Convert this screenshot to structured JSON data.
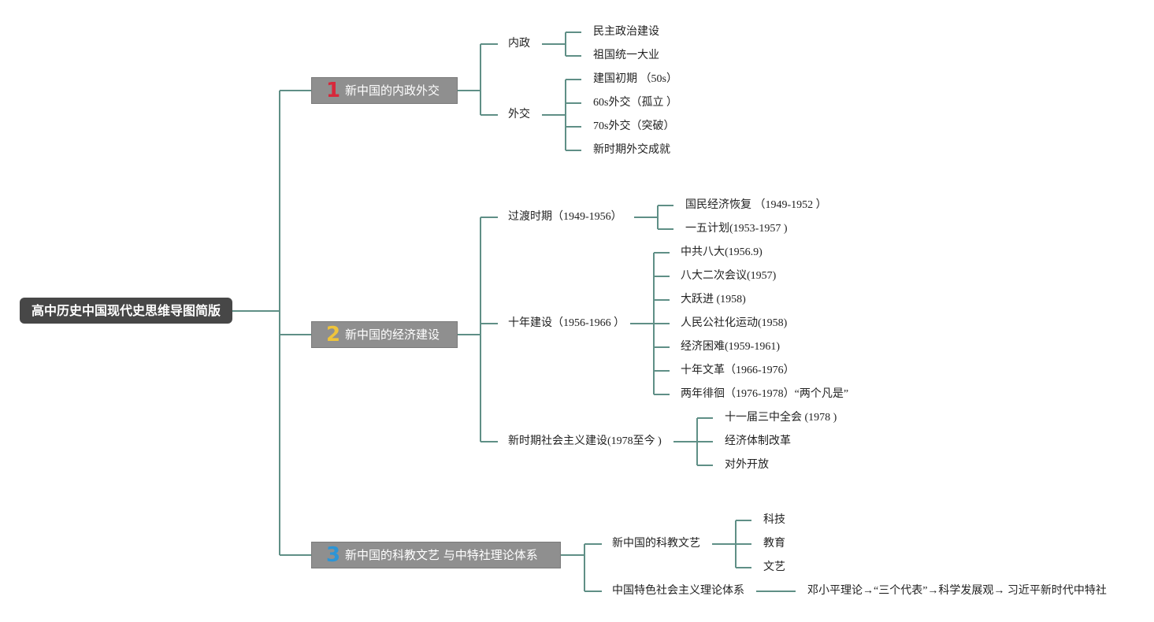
{
  "colors": {
    "line": "#5f8f86",
    "root_bg": "#474747",
    "branch_bg": "#8f8f8f",
    "num1": "#d8283b",
    "num2": "#efc43a",
    "num3": "#2c95d6"
  },
  "root": {
    "title": "高中历史中国现代史思维导图简版"
  },
  "branches": [
    {
      "number": "1",
      "title": "新中国的内政外交",
      "children": [
        {
          "label": "内政",
          "items": [
            "民主政治建设",
            "祖国统一大业"
          ]
        },
        {
          "label": "外交",
          "items": [
            "建国初期 （50s）",
            "60s外交（孤立 ）",
            "70s外交（突破）",
            "新时期外交成就"
          ]
        }
      ]
    },
    {
      "number": "2",
      "title": "新中国的经济建设",
      "children": [
        {
          "label": "过渡时期（1949-1956）",
          "items": [
            "国民经济恢复 （1949-1952 ）",
            "一五计划(1953-1957 )"
          ]
        },
        {
          "label": "十年建设（1956-1966 ）",
          "items": [
            "中共八大(1956.9)",
            "八大二次会议(1957)",
            "大跃进 (1958)",
            "人民公社化运动(1958)",
            "经济困难(1959-1961)",
            "十年文革（1966-1976）",
            "两年徘徊（1976-1978）“两个凡是”"
          ]
        },
        {
          "label": "新时期社会主义建设(1978至今 )",
          "items": [
            "十一届三中全会 (1978 )",
            "经济体制改革",
            "对外开放"
          ]
        }
      ]
    },
    {
      "number": "3",
      "title": "新中国的科教文艺 与中特社理论体系",
      "children": [
        {
          "label": "新中国的科教文艺",
          "items": [
            "科技",
            "教育",
            "文艺"
          ]
        },
        {
          "label": "中国特色社会主义理论体系",
          "items": [
            "邓小平理论→“三个代表”→科学发展观→ 习近平新时代中特社"
          ]
        }
      ]
    }
  ]
}
